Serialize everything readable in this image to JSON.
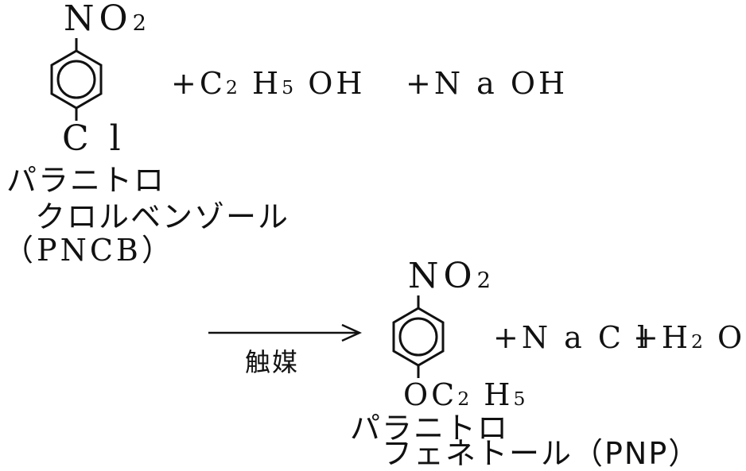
{
  "reactant": {
    "top_group": {
      "main": "NO",
      "sub": "2"
    },
    "bottom_group": "C l",
    "name_line1": "パラニトロ",
    "name_line2": "クロルベンゾール",
    "abbr": "（PNCB）"
  },
  "reagents": {
    "ethanol": {
      "pre": "+C",
      "sub1": "2",
      "mid": " H",
      "sub2": "5",
      "post": " OH"
    },
    "naoh": "+N a OH"
  },
  "arrow": {
    "catalyst": "触媒"
  },
  "product": {
    "top_group": {
      "main": "NO",
      "sub": "2"
    },
    "bottom_group": {
      "pre": "OC",
      "sub1": "2",
      "mid": " H",
      "sub2": "5"
    },
    "name_line1": "パラニトロ",
    "name_line2": "フェネトール（PNP）"
  },
  "byproducts": {
    "nacl": "+N a C l",
    "water": {
      "pre": "+H",
      "sub": "2",
      "post": " O"
    }
  }
}
